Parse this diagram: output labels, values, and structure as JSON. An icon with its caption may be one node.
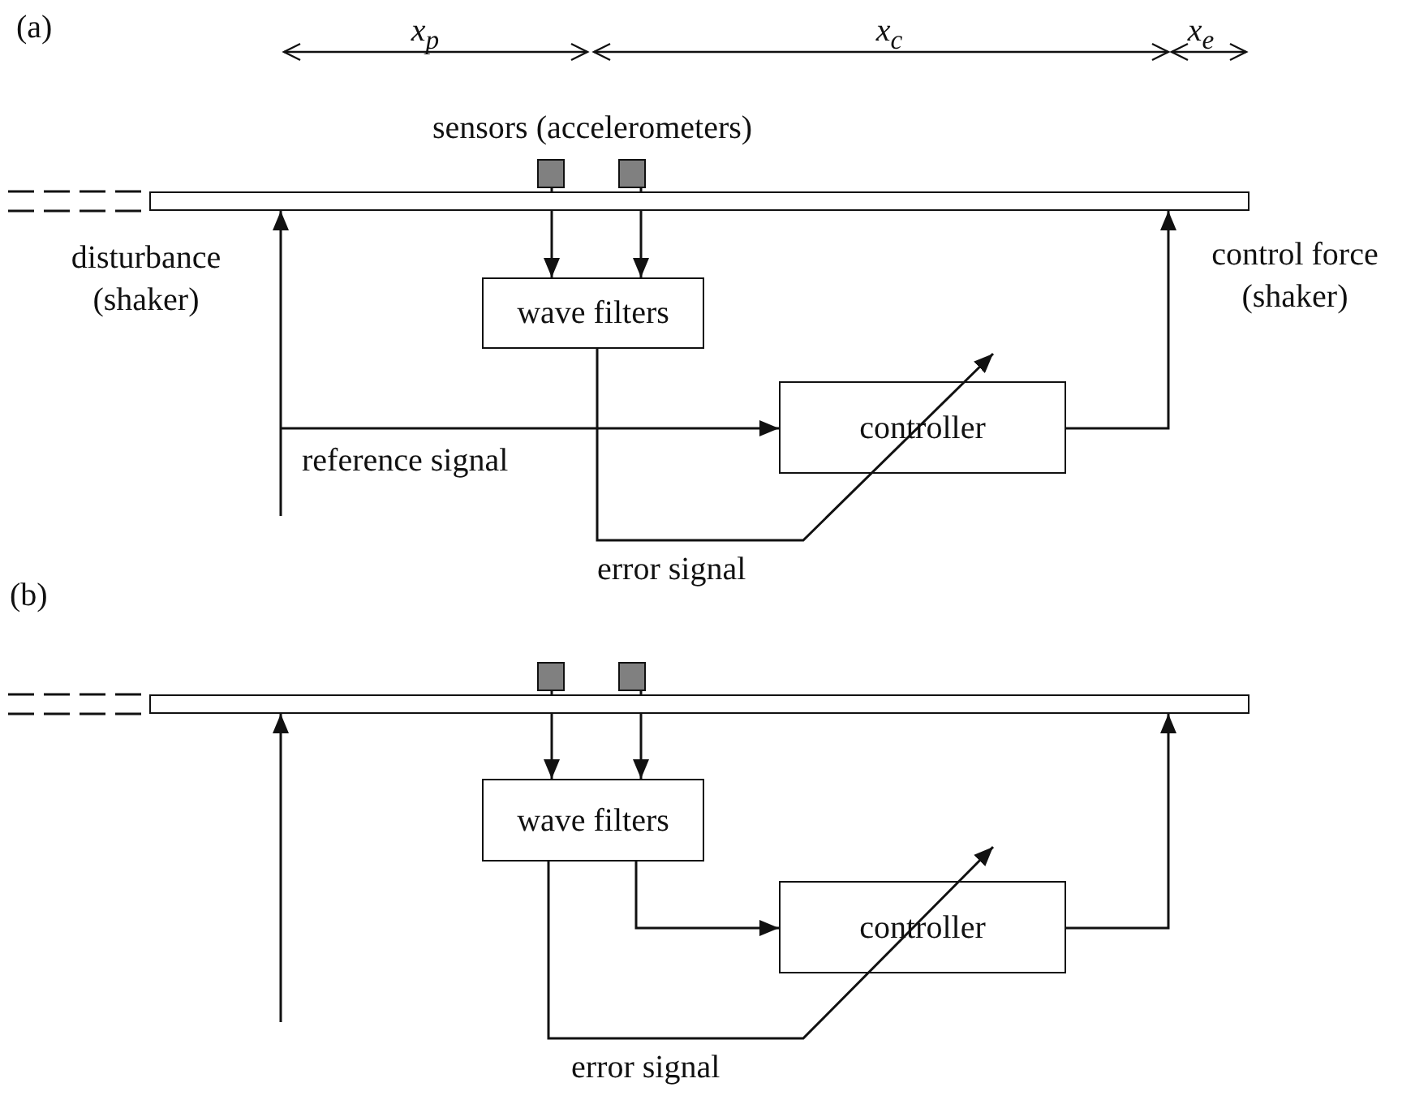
{
  "diagram": {
    "nodes": [
      {
        "text": [],
        "shape": "bar"
      },
      {
        "text": [],
        "shape": "box"
      },
      {
        "text": [],
        "shape": "box"
      },
      {
        "text": [
          "wave filters"
        ]
      },
      {
        "text": [
          "controller"
        ]
      },
      {
        "text": [],
        "shape": "bar"
      },
      {
        "text": [],
        "shape": "box"
      },
      {
        "text": [],
        "shape": "box"
      },
      {
        "text": [
          "wave filters"
        ]
      },
      {
        "text": [
          "controller"
        ]
      }
    ],
    "edges": [
      {
        "from": null,
        "to": 0,
        "arrow": "to",
        "label": "disturbance (shaker)"
      },
      {
        "from": 1,
        "to": 3,
        "arrow": "to"
      },
      {
        "from": 2,
        "to": 3,
        "arrow": "to"
      },
      {
        "from": null,
        "to": 4,
        "arrow": "to",
        "label": "reference signal"
      },
      {
        "from": 4,
        "to": 0,
        "arrow": "to",
        "label": "control force (shaker)"
      },
      {
        "from": 3,
        "to": 4,
        "arrow": "to",
        "label": "error signal"
      },
      {
        "from": null,
        "to": 5,
        "arrow": "to"
      },
      {
        "from": 6,
        "to": 8,
        "arrow": "to"
      },
      {
        "from": 7,
        "to": 8,
        "arrow": "to"
      },
      {
        "from": 8,
        "to": 9,
        "arrow": "to"
      },
      {
        "from": 9,
        "to": 5,
        "arrow": "to"
      },
      {
        "from": 8,
        "to": 9,
        "arrow": "to",
        "label": "error signal"
      }
    ],
    "labels": [
      "(a)",
      "x$_{p}$",
      "x$_{c}$",
      "x$_{e}$",
      "sensors (accelerometers)",
      "(b)"
    ]
  }
}
